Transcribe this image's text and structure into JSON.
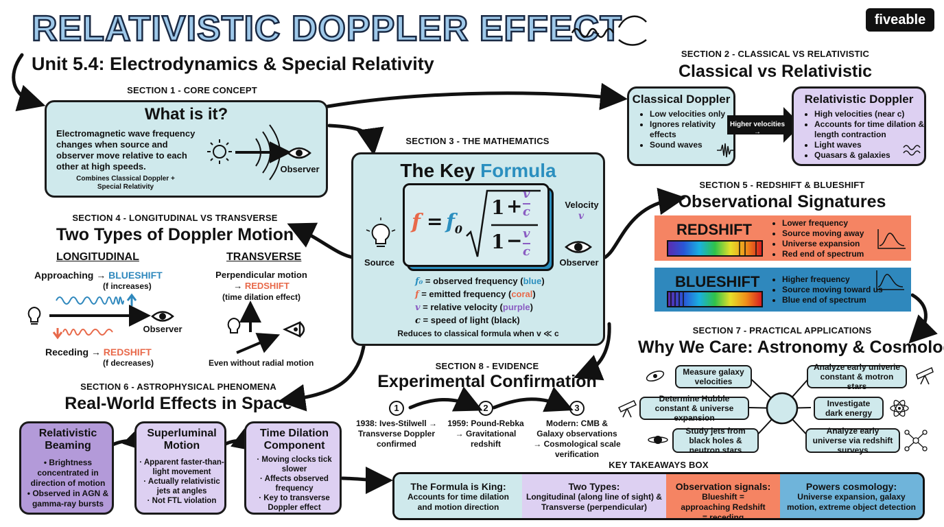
{
  "title": "RELATIVISTIC DOPPLER EFFECT",
  "subtitle": "Unit 5.4: Electrodynamics & Special Relativity",
  "brand": "fiveable",
  "colors": {
    "teal_panel": "#cfe9ec",
    "lavender_panel": "#ddd0f2",
    "purple_panel": "#b39ad9",
    "redshift": "#f58463",
    "blueshift": "#2f88bd",
    "formula_blue": "#2b8fbf",
    "formula_coral": "#e8694a",
    "formula_purple": "#8a5cc2"
  },
  "s1": {
    "section": "SECTION 1 - CORE CONCEPT",
    "heading": "What is it?",
    "body": "Electromagnetic wave frequency changes when source and observer move relative to each other at high speeds.",
    "note": "Combines Classical Doppler + Special Relativity",
    "observer": "Observer"
  },
  "s2": {
    "section": "SECTION 2 - CLASSICAL vs RELATIVISTIC",
    "heading": "Classical vs Relativistic",
    "classical_title": "Classical Doppler",
    "classical_items": [
      "Low velocities only",
      "Ignores relativity effects",
      "Sound waves"
    ],
    "arrow_label": "Higher velocities →",
    "relativistic_title": "Relativistic Doppler",
    "relativistic_items": [
      "High velocities (near c)",
      "Accounts for time dilation & length contraction",
      "Light waves",
      "Quasars & galaxies"
    ]
  },
  "s3": {
    "section": "SECTION 3 - THE MATHEMATICS",
    "heading_a": "The Key ",
    "heading_b": "Formula",
    "source": "Source",
    "observer": "Observer",
    "velocity": "Velocity",
    "velocity_sym": "v",
    "formula": {
      "f": "f",
      "eq": "=",
      "f0": "f",
      "f0_sub": "0",
      "one": "1",
      "plus": "+",
      "minus": "−",
      "v": "v",
      "c": "c"
    },
    "legend": [
      {
        "sym": "f₀",
        "text": " = observed frequency (",
        "word": "blue",
        "end": ")",
        "color": "#2b8fbf"
      },
      {
        "sym": "f",
        "text": " = emitted frequency (",
        "word": "coral",
        "end": ")",
        "color": "#e8694a"
      },
      {
        "sym": "v",
        "text": " = relative velocity (",
        "word": "purple",
        "end": ")",
        "color": "#8a5cc2"
      },
      {
        "sym": "c",
        "text": " = speed of light (black)",
        "word": "",
        "end": "",
        "color": "#111111"
      }
    ],
    "footer": "Reduces to classical formula when v ≪ c"
  },
  "s4": {
    "section": "SECTION 4 - LONGITUDINAL vs TRANSVERSE",
    "heading": "Two Types of Doppler Motion",
    "long_title": "LONGITUDINAL",
    "approaching": "Approaching →",
    "blueshift": "BLUESHIFT",
    "f_increases": "(f increases)",
    "receding": "Receding →",
    "redshift": "REDSHIFT",
    "f_decreases": "(f decreases)",
    "observer": "Observer",
    "trans_title": "TRANSVERSE",
    "perp": "Perpendicular motion",
    "arrow": "→",
    "trans_red": "REDSHIFT",
    "time_dilation": "(time dilation effect)",
    "even": "Even without radial motion"
  },
  "s5": {
    "section": "SECTION 5 - REDSHIFT & BLUESHIFT",
    "heading": "Observational Signatures",
    "red_label": "REDSHIFT",
    "red_items": [
      "Lower frequency",
      "Source moving away",
      "Universe expansion",
      "Red end of spectrum"
    ],
    "blue_label": "BLUESHIFT",
    "blue_items": [
      "Higher frequency",
      "Source moving toward us",
      "Blue end of spectrum"
    ]
  },
  "s6": {
    "section": "SECTION 6 - ASTROPHYSICAL PHENOMENA",
    "heading": "Real-World Effects in Space",
    "cards": [
      {
        "title": "Relativistic Beaming",
        "items": [
          "Brightness concentrated in direction of motion",
          "Observed in AGN & gamma-ray bursts"
        ]
      },
      {
        "title": "Superluminal Motion",
        "items": [
          "Apparent faster-than-light movement",
          "Actually relativistic jets at angles",
          "Not FTL violation"
        ]
      },
      {
        "title": "Time Dilation Component",
        "items": [
          "Moving clocks tick slower",
          "Affects observed frequency",
          "Key to transverse Doppler effect"
        ]
      }
    ]
  },
  "s7": {
    "section": "SECTION 7 - PRACTICAL APPLICATIONS",
    "heading": "Why We Care: Astronomy & Cosmology",
    "items": [
      "Measure galaxy velocities",
      "Determine Hubble constant & universe expansion",
      "Study jets from black holes & neutron stars",
      "Analyze early univerie constant & motron stars",
      "Investigate dark energy",
      "Analyze early universe via redshift surveys"
    ]
  },
  "s8": {
    "section": "SECTION 8 - EVIDENCE",
    "heading": "Experimental Confirmation",
    "steps": [
      {
        "num": "1",
        "text": "1938: Ives-Stilwell → Transverse Doppler confirmed"
      },
      {
        "num": "2",
        "text": "1959: Pound-Rebka → Gravitational redshift"
      },
      {
        "num": "3",
        "text": "Modern: CMB & Galaxy observations → Cosmological scale verification"
      }
    ]
  },
  "takeaways": {
    "title": "KEY TAKEAWAYS BOX",
    "cells": [
      {
        "head": "The Formula is King:",
        "body": "Accounts for time dilation and motion direction"
      },
      {
        "head": "Two Types:",
        "body": "Longitudinal (along line of sight) & Transverse (perpendicular)"
      },
      {
        "head": "Observation signals:",
        "body": "Blueshift = approaching Redshift = receding"
      },
      {
        "head": "Powers cosmology:",
        "body": "Universe expansion, galaxy motion, extreme object detection"
      }
    ]
  }
}
